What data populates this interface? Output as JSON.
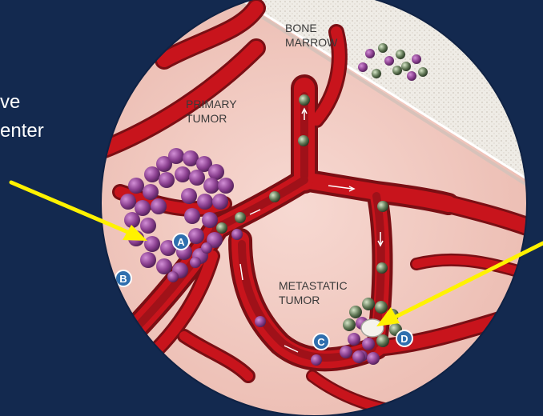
{
  "side_text": {
    "line1": "ve",
    "line2": "enter"
  },
  "labels": {
    "bone_marrow_line1": "BONE",
    "bone_marrow_line2": "MARROW",
    "primary_tumor_line1": "PRIMARY",
    "primary_tumor_line2": "TUMOR",
    "metastatic_tumor_line1": "METASTATIC",
    "metastatic_tumor_line2": "TUMOR"
  },
  "markers": {
    "a": "A",
    "b": "B",
    "c": "C",
    "d": "D"
  },
  "colors": {
    "background": "#13294f",
    "tissue": "#f3cdc5",
    "vessel": "#c8141c",
    "vessel_dark": "#7a0f14",
    "tumor_cell": "#8a3f8f",
    "bone_marrow": "#ece9e2",
    "arrow": "#fff200",
    "marker": "#2f6fae"
  }
}
